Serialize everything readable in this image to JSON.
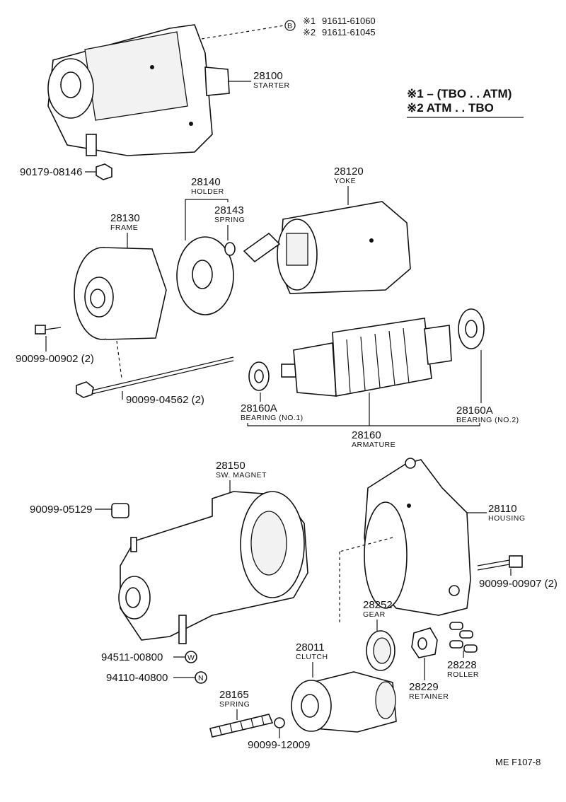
{
  "notes": {
    "n1_code": "※1",
    "n1_pn": "91611-61060",
    "n2_code": "※2",
    "n2_pn": "91611-61045",
    "b_mark": "B",
    "legend1": "※1 – (TBO . . ATM)",
    "legend2": "※2 ATM . . TBO"
  },
  "parts": {
    "starter": {
      "pn": "28100",
      "name": "STARTER"
    },
    "nut": {
      "pn": "90179-08146"
    },
    "holder": {
      "pn": "28140",
      "name": "HOLDER"
    },
    "spring_holder": {
      "pn": "28143",
      "name": "SPRING"
    },
    "yoke": {
      "pn": "28120",
      "name": "YOKE"
    },
    "frame": {
      "pn": "28130",
      "name": "FRAME"
    },
    "screw_frame": {
      "pn": "90099-00902 (2)"
    },
    "thru_bolt": {
      "pn": "90099-04562 (2)"
    },
    "bearing1": {
      "pn": "28160A",
      "name": "BEARING (NO.1)"
    },
    "bearing2": {
      "pn": "28160A",
      "name": "BEARING (NO.2)"
    },
    "armature": {
      "pn": "28160",
      "name": "ARMATURE"
    },
    "sw_magnet": {
      "pn": "28150",
      "name": "SW. MAGNET"
    },
    "cap": {
      "pn": "90099-05129"
    },
    "housing": {
      "pn": "28110",
      "name": "HOUSING"
    },
    "bolt_housing": {
      "pn": "90099-00907 (2)"
    },
    "gear": {
      "pn": "28252",
      "name": "GEAR"
    },
    "clutch": {
      "pn": "28011",
      "name": "CLUTCH"
    },
    "washer_w": {
      "pn": "94511-00800",
      "mark": "W"
    },
    "nut_n": {
      "pn": "94110-40800",
      "mark": "N"
    },
    "retainer": {
      "pn": "28229",
      "name": "RETAINER"
    },
    "roller": {
      "pn": "28228",
      "name": "ROLLER"
    },
    "spring_clutch": {
      "pn": "28165",
      "name": "SPRING"
    },
    "ball": {
      "pn": "90099-12009"
    }
  },
  "footer": {
    "code": "ME  F107-8"
  }
}
